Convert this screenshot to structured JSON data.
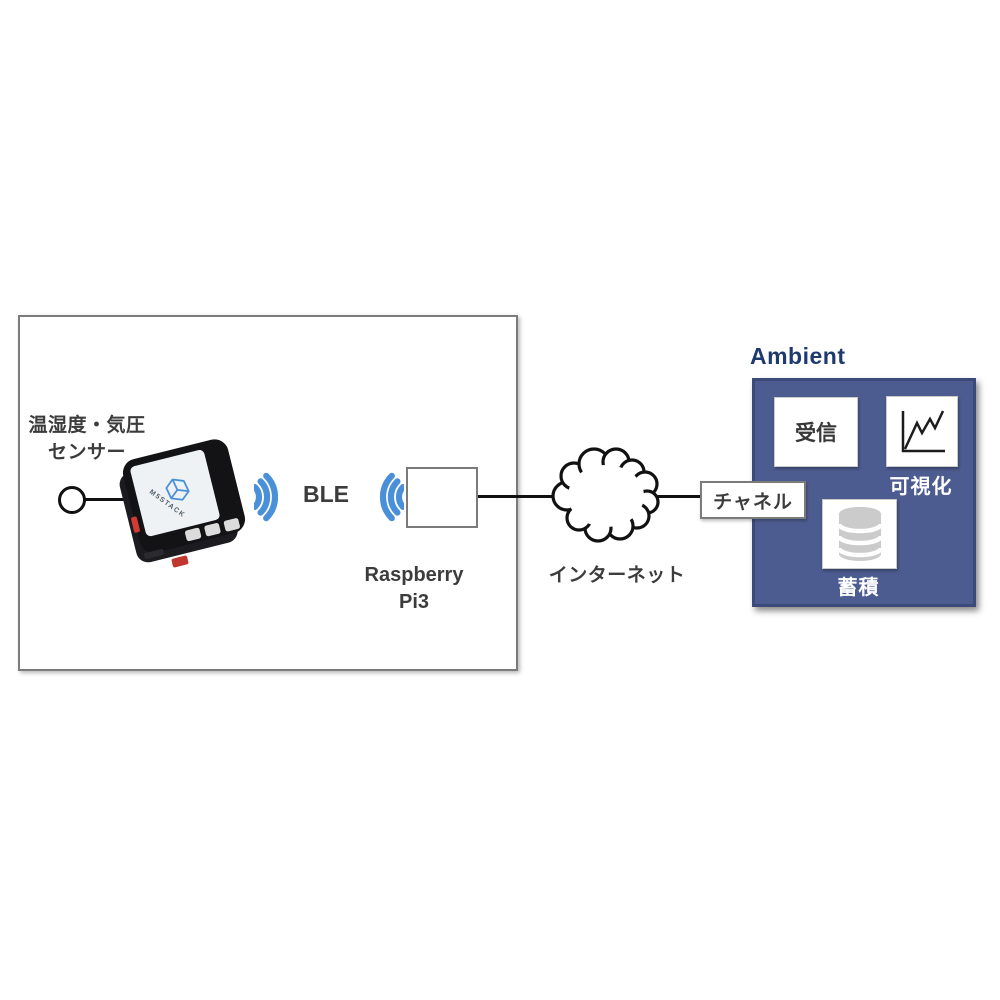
{
  "colors": {
    "ble_blue": "#4a90d9",
    "panel_blue": "#4d5c90",
    "panel_border": "#3c4a79",
    "ambient_title_navy": "#1e3a6e",
    "label_text": "#3c3c3c",
    "box_border_gray": "#7b7b7b",
    "database_gray": "#cbcbcb"
  },
  "sensor": {
    "label_line1": "温湿度・気圧",
    "label_line2": "センサー",
    "device_name": "M5STACK"
  },
  "ble": {
    "label": "BLE"
  },
  "gateway": {
    "label_line1": "Raspberry",
    "label_line2": "Pi3"
  },
  "internet": {
    "label": "インターネット"
  },
  "channel": {
    "label": "チャネル"
  },
  "ambient": {
    "title": "Ambient",
    "receive_label": "受信",
    "visualize_label": "可視化",
    "store_label": "蓄積"
  }
}
